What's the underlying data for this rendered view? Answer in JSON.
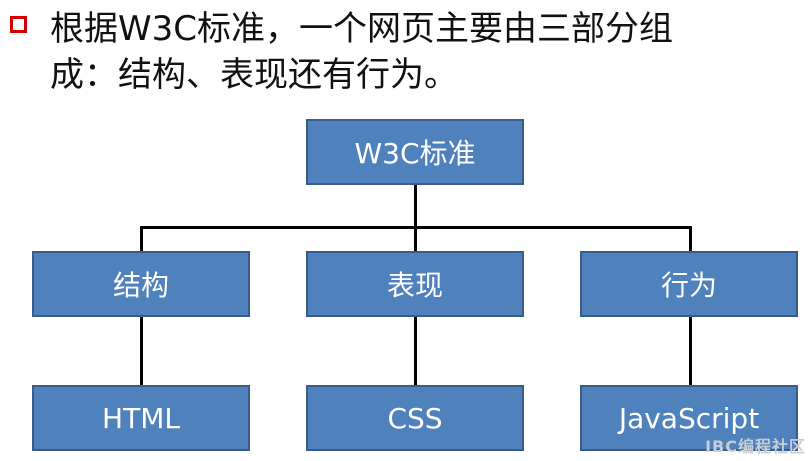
{
  "heading": {
    "line1": "根据W3C标准，一个网页主要由三部分组",
    "line2": "成：结构、表现还有行为。"
  },
  "tree": {
    "root": "W3C标准",
    "children": [
      {
        "label": "结构",
        "child": "HTML"
      },
      {
        "label": "表现",
        "child": "CSS"
      },
      {
        "label": "行为",
        "child": "JavaScript"
      }
    ]
  },
  "watermark": "IBC编程社区",
  "colors": {
    "box_fill": "#4f81bd",
    "box_border": "#385d8a",
    "bullet": "#d40000"
  }
}
